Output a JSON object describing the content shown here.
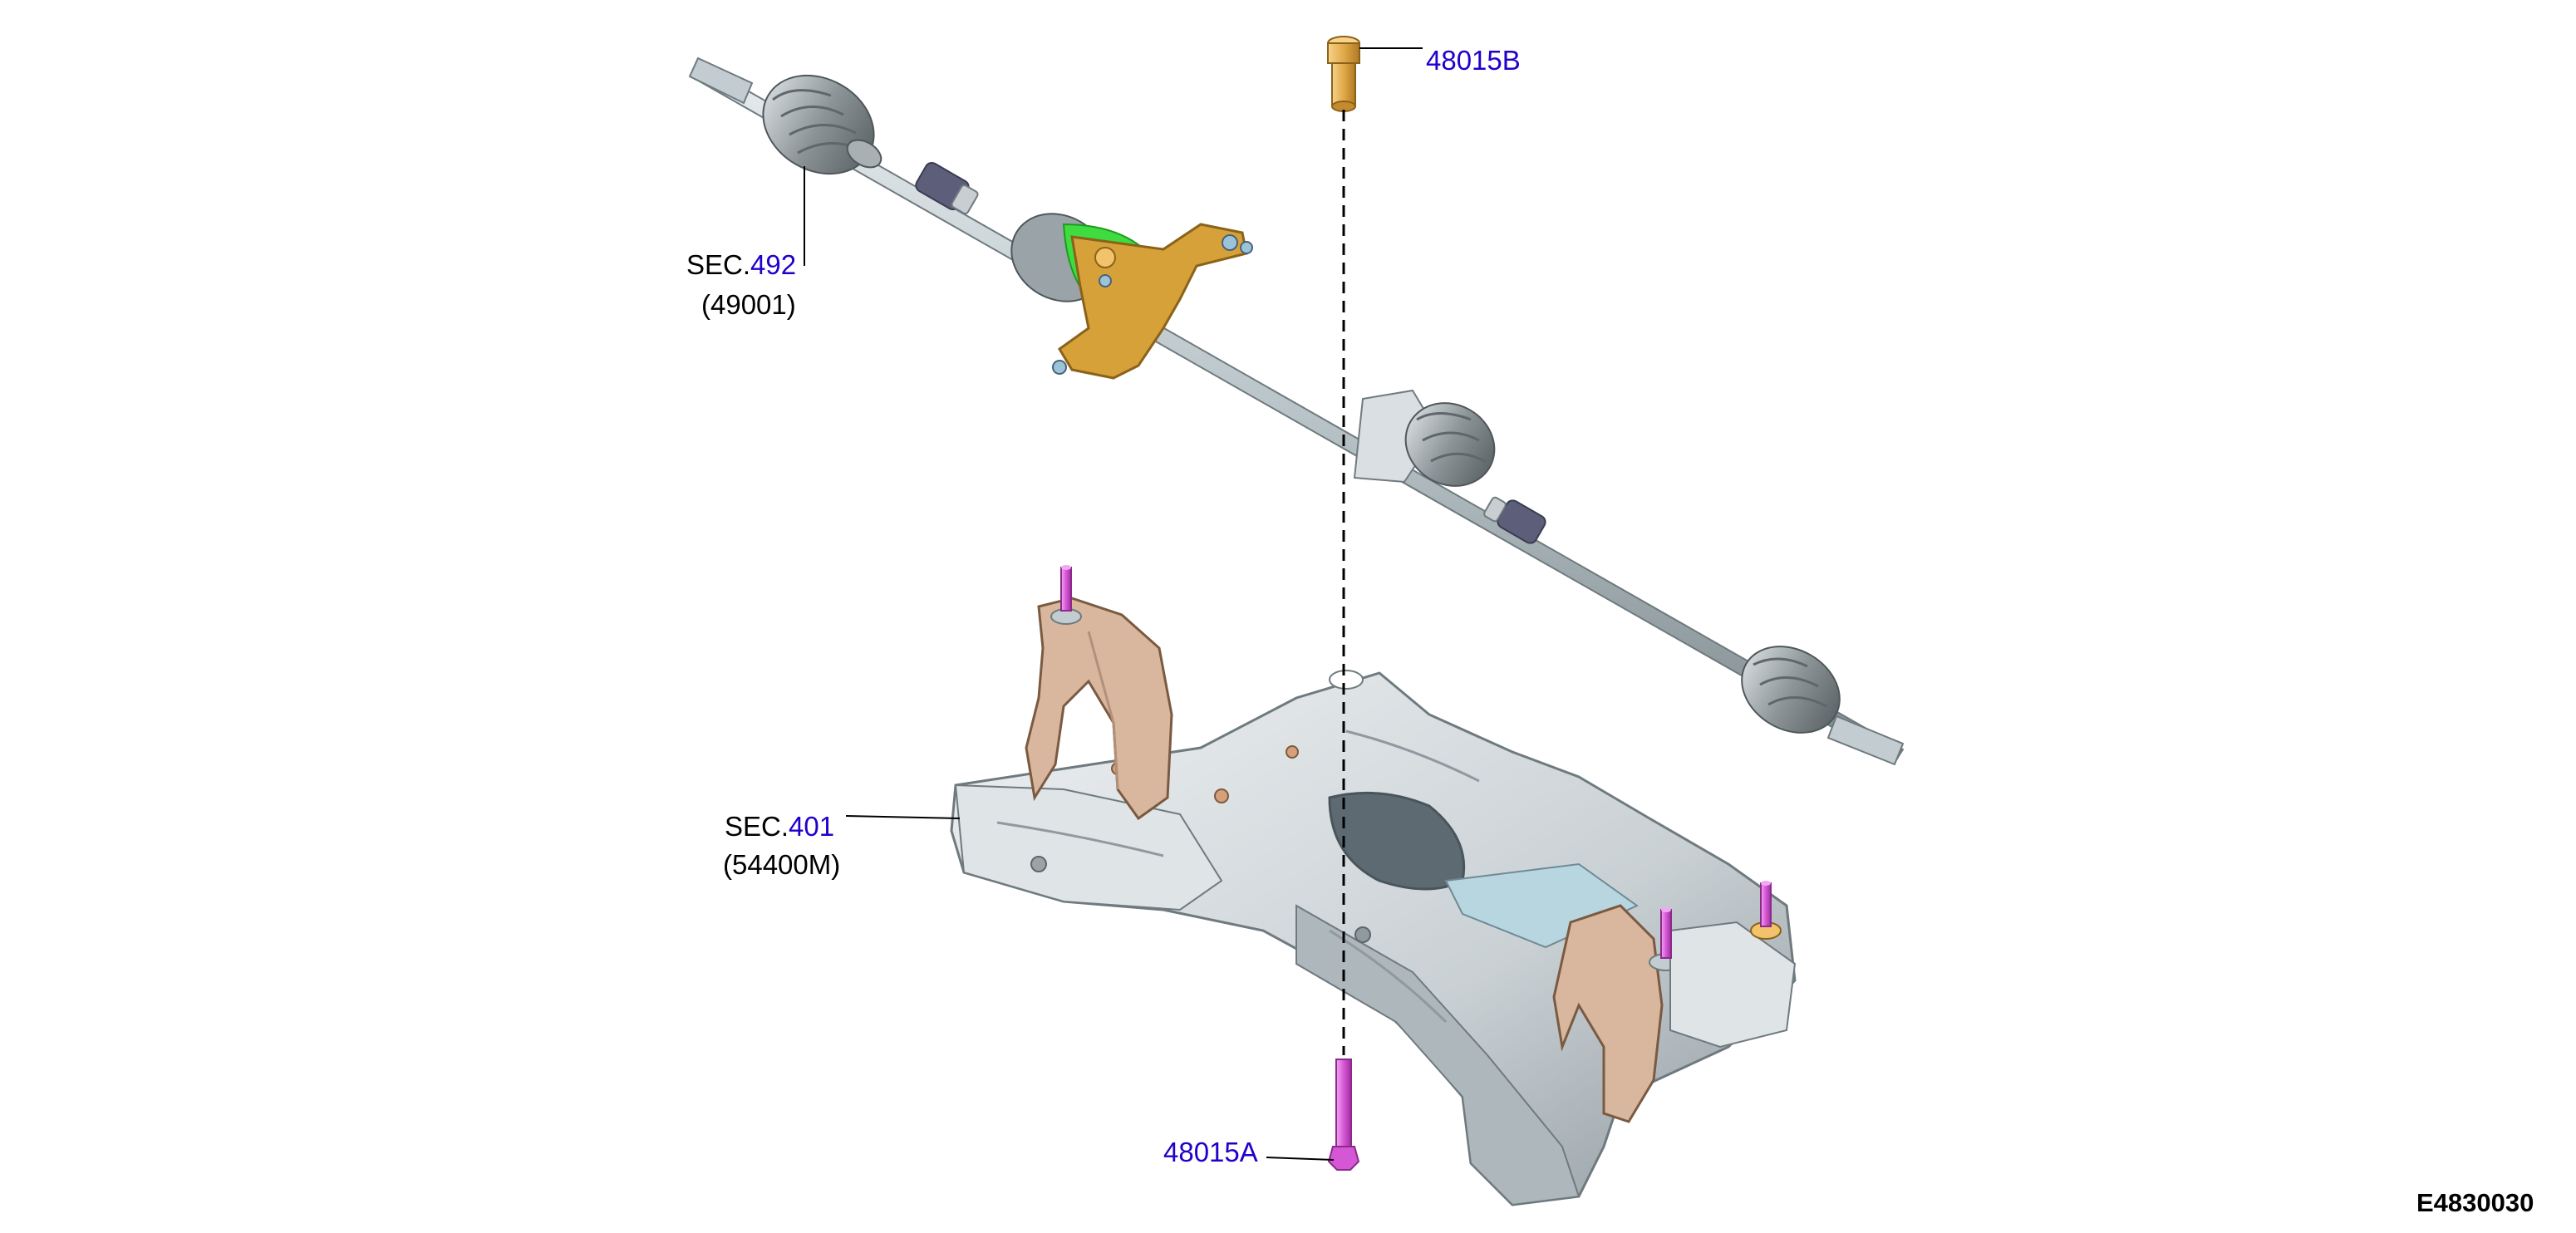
{
  "colors": {
    "link": "#2200cc",
    "text": "#000000",
    "leader": "#000000",
    "shaft": "#b9c4c8",
    "boot": "#8c9498",
    "frame": "#c9d0d4",
    "frame_shadow": "#98a2a7",
    "bracket": "#d9b79e",
    "knuckle": "#d7a13a",
    "bearing": "#3edc3e",
    "bolt": "#d657d6",
    "bolt_head": "#e0a94a"
  },
  "labels": {
    "part_48015b": "48015B",
    "part_48015a": "48015A",
    "sec_492_prefix": "SEC.",
    "sec_492_num": "492",
    "sec_492_sub": "(49001)",
    "sec_401_prefix": "SEC.",
    "sec_401_num": "401",
    "sec_401_sub": "(54400M)",
    "figure_id": "E4830030"
  }
}
